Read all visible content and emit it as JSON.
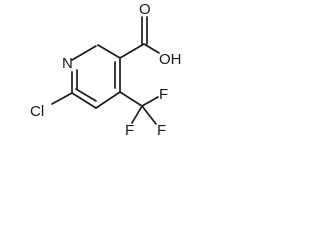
{
  "molecule": {
    "atoms": {
      "nitrogen": "N",
      "hydroxyl": "OH",
      "carbonyl_oxygen": "O",
      "chlorine": "Cl",
      "fluorine_top": "F",
      "fluorine_left": "F",
      "fluorine_right": "F"
    }
  }
}
